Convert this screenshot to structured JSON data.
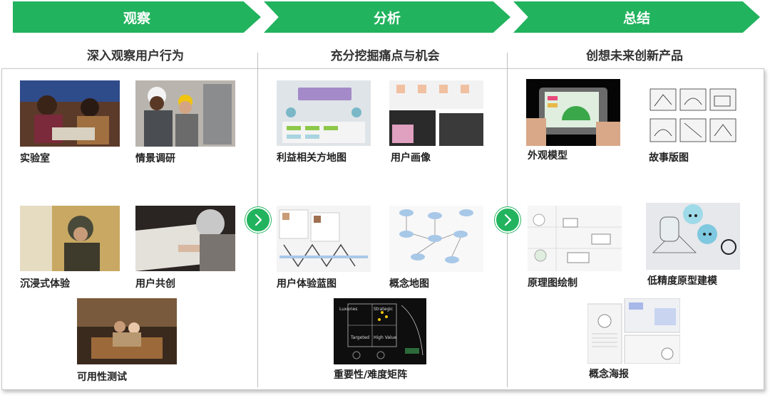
{
  "phases": [
    {
      "title": "观察",
      "subtitle": "深入观察用户行为"
    },
    {
      "title": "分析",
      "subtitle": "充分挖掘痛点与机会"
    },
    {
      "title": "总结",
      "subtitle": "创想未来创新产品"
    }
  ],
  "methods": {
    "observe": [
      "实验室",
      "情景调研",
      "沉浸式体验",
      "用户共创",
      "可用性测试"
    ],
    "analyze": [
      "利益相关方地图",
      "用户画像",
      "用户体验蓝图",
      "概念地图",
      "重要性/难度矩阵"
    ],
    "summarize": [
      "外观模型",
      "故事版图",
      "原理图绘制",
      "低精度原型建模",
      "概念海报"
    ]
  },
  "matrix_labels": {
    "top_left": "Luxuries",
    "top_right": "Strategic",
    "bottom_left": "Targeted",
    "bottom_right": "High Value"
  },
  "colors": {
    "accent": "#22b35e"
  }
}
